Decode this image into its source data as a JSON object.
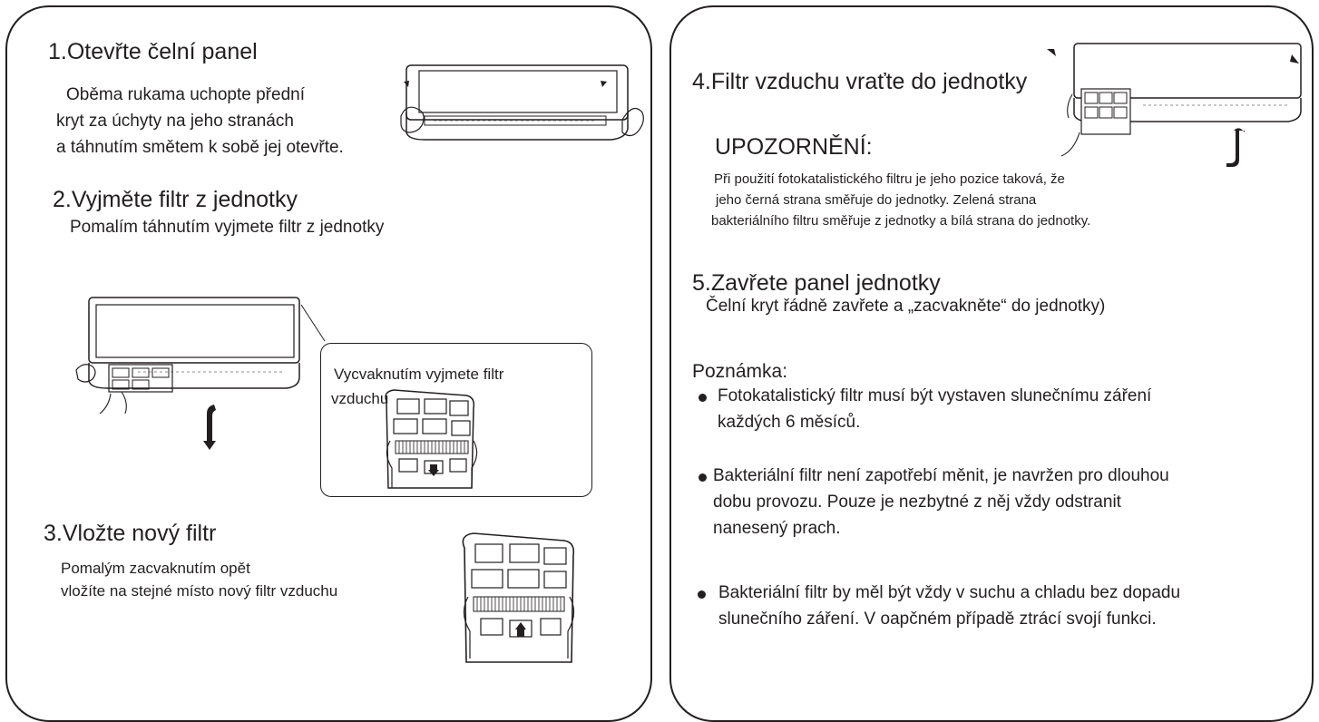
{
  "step1": {
    "title": "1.Otevřte čelní panel",
    "lines": [
      "Oběma rukama uchopte přední",
      "kryt za úchyty na jeho stranách",
      "a táhnutím smětem k sobě jej otevřte."
    ]
  },
  "step2": {
    "title": "2.Vyjměte filtr z jednotky",
    "text": "Pomalím táhnutím vyjmete filtr z jednotky",
    "callout": [
      "Vycvaknutím vyjmete filtr",
      "vzduchu"
    ]
  },
  "step3": {
    "title": "3.Vložte nový filtr",
    "lines": [
      "Pomalým zacvaknutím opět",
      "vložíte na stejné místo nový filtr vzduchu"
    ]
  },
  "step4": {
    "title": "4.Filtr vzduchu vraťte do jednotky"
  },
  "warning": {
    "title": "UPOZORNĚNÍ:",
    "lines": [
      "Při použití fotokatalistického filtru je jeho pozice taková, že",
      "jeho černá strana směřuje do jednotky. Zelená strana",
      "bakteriálního filtru směřuje z jednotky a bílá strana do jednotky."
    ]
  },
  "step5": {
    "title": "5.Zavřete panel jednotky",
    "text": "Čelní kryt řádně zavřete a „zacvakněte“ do jednotky)"
  },
  "note": {
    "title": "Poznámka:",
    "bullets": [
      [
        "Fotokatalistický filtr musí být vystaven slunečnímu záření",
        "každých 6 měsíců."
      ],
      [
        "Bakteriální filtr není zapotřebí měnit, je navržen pro dlouhou",
        "dobu provozu. Pouze je nezbytné z něj vždy odstranit",
        "nanesený prach."
      ],
      [
        "Bakteriální filtr by měl být vždy v suchu a chladu bez dopadu",
        "slunečního záření. V oapčném případě ztrácí svojí funkci."
      ]
    ]
  },
  "icons": {
    "unit": "air-conditioner-unit-icon",
    "hand": "hand-icon",
    "filter": "air-filter-icon",
    "arrow": "curved-arrow-icon"
  }
}
